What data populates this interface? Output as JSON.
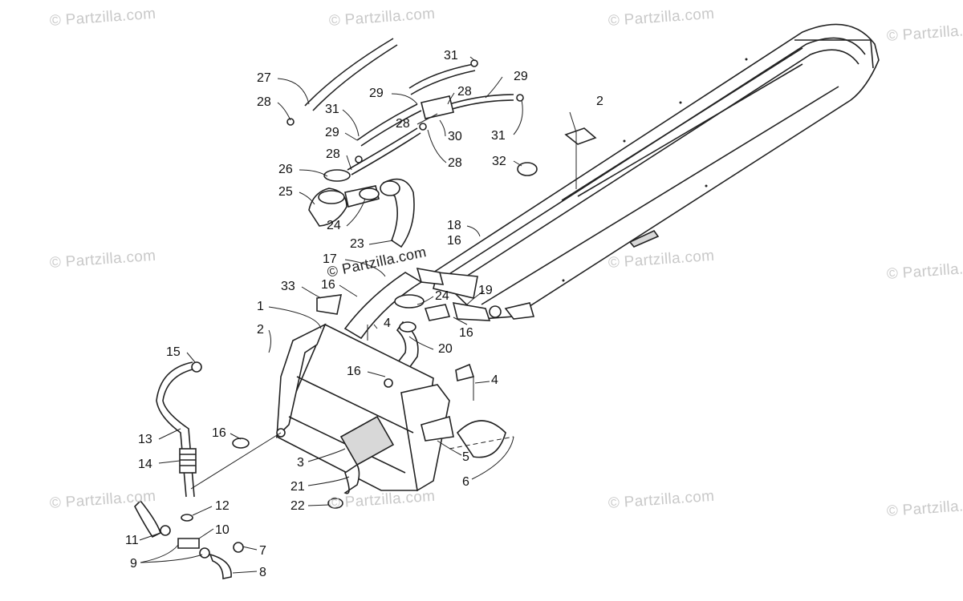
{
  "watermarks": {
    "site": "© Partzilla.com",
    "center": "© Partzilla.com"
  },
  "callouts": [
    {
      "id": "c31a",
      "text": "31"
    },
    {
      "id": "c27",
      "text": "27"
    },
    {
      "id": "c29a",
      "text": "29"
    },
    {
      "id": "c28a",
      "text": "28"
    },
    {
      "id": "c29b",
      "text": "29"
    },
    {
      "id": "c28b",
      "text": "28"
    },
    {
      "id": "c2a",
      "text": "2"
    },
    {
      "id": "c28c",
      "text": "28"
    },
    {
      "id": "c31b",
      "text": "31"
    },
    {
      "id": "c28d",
      "text": "28"
    },
    {
      "id": "c29c",
      "text": "29"
    },
    {
      "id": "c30",
      "text": "30"
    },
    {
      "id": "c31c",
      "text": "31"
    },
    {
      "id": "c28e",
      "text": "28"
    },
    {
      "id": "c28f",
      "text": "28"
    },
    {
      "id": "c32",
      "text": "32"
    },
    {
      "id": "c26",
      "text": "26"
    },
    {
      "id": "c25",
      "text": "25"
    },
    {
      "id": "c24a",
      "text": "24"
    },
    {
      "id": "c23",
      "text": "23"
    },
    {
      "id": "c18",
      "text": "18"
    },
    {
      "id": "c16a",
      "text": "16"
    },
    {
      "id": "c17",
      "text": "17"
    },
    {
      "id": "c33",
      "text": "33"
    },
    {
      "id": "c16b",
      "text": "16"
    },
    {
      "id": "c19",
      "text": "19"
    },
    {
      "id": "c24b",
      "text": "24"
    },
    {
      "id": "c1",
      "text": "1"
    },
    {
      "id": "c4a",
      "text": "4"
    },
    {
      "id": "c16c",
      "text": "16"
    },
    {
      "id": "c2b",
      "text": "2"
    },
    {
      "id": "c20",
      "text": "20"
    },
    {
      "id": "c15",
      "text": "15"
    },
    {
      "id": "c16d",
      "text": "16"
    },
    {
      "id": "c4b",
      "text": "4"
    },
    {
      "id": "c16e",
      "text": "16"
    },
    {
      "id": "c13",
      "text": "13"
    },
    {
      "id": "c14",
      "text": "14"
    },
    {
      "id": "c3",
      "text": "3"
    },
    {
      "id": "c5",
      "text": "5"
    },
    {
      "id": "c6",
      "text": "6"
    },
    {
      "id": "c21",
      "text": "21"
    },
    {
      "id": "c22",
      "text": "22"
    },
    {
      "id": "c12",
      "text": "12"
    },
    {
      "id": "c11",
      "text": "11"
    },
    {
      "id": "c10",
      "text": "10"
    },
    {
      "id": "c7",
      "text": "7"
    },
    {
      "id": "c9",
      "text": "9"
    },
    {
      "id": "c8",
      "text": "8"
    }
  ]
}
